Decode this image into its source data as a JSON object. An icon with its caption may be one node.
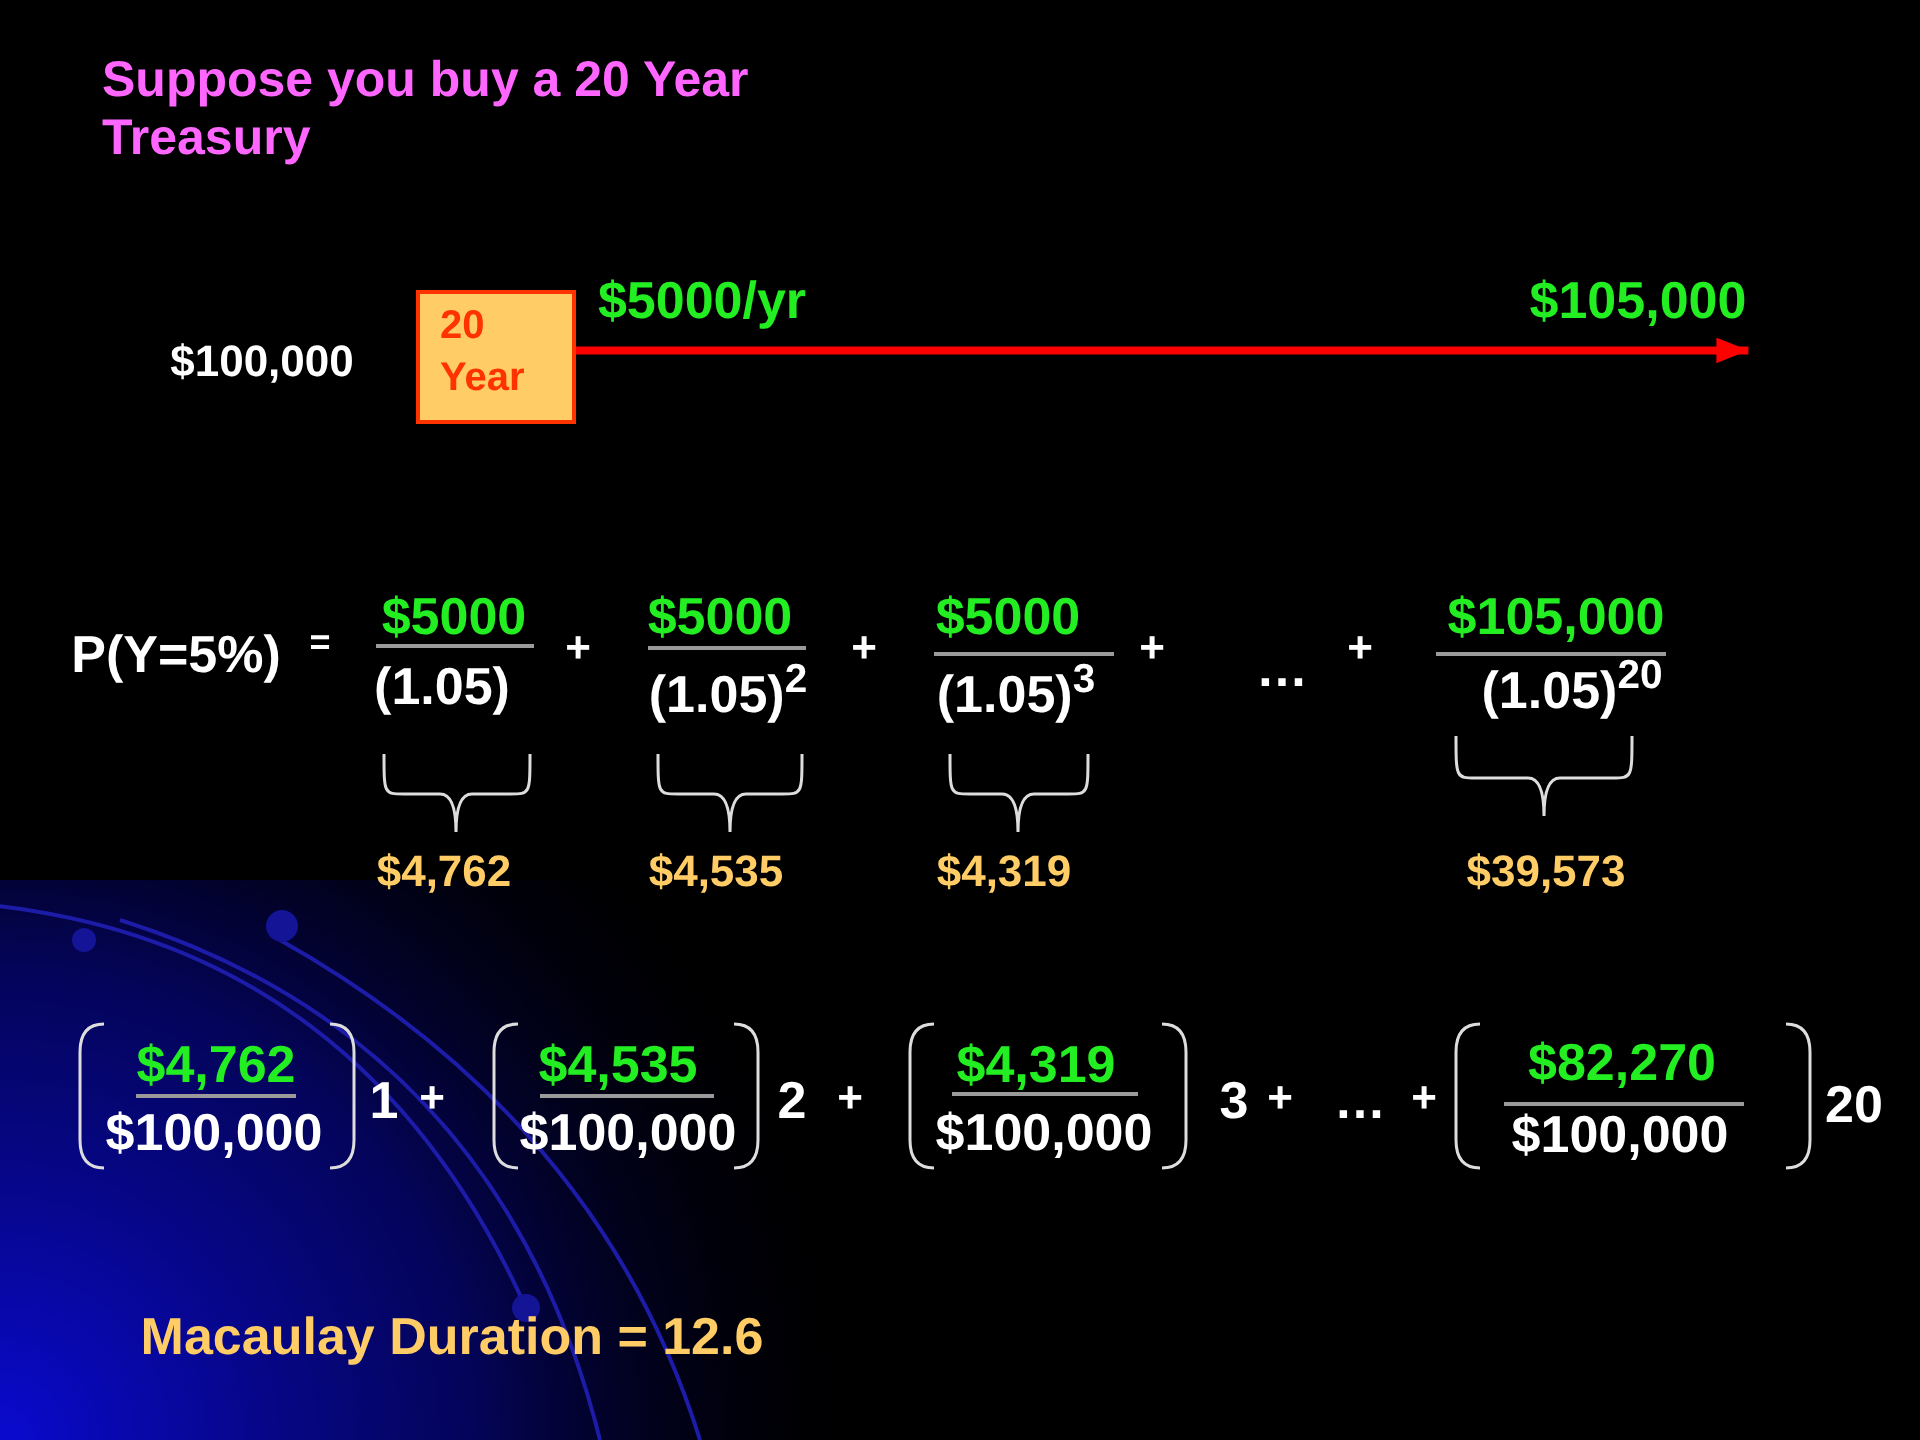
{
  "diagram": {
    "title": "Suppose you buy a 20 Year Treasury",
    "nodes": [
      {
        "text": [
          "20 Year"
        ]
      },
      {
        "text": [
          "$105,000"
        ]
      }
    ],
    "edges": [
      {
        "from": 0,
        "to": 1,
        "arrow": "to",
        "color": "#ff0000"
      }
    ],
    "labels": [
      "$5000/yr",
      "$100,000",
      "P(Y=5%)",
      "=",
      "$5000",
      "(1.05)",
      "+",
      "$5000",
      "(1.05)$^{2}$",
      "+",
      "$5000",
      "(1.05)$^{3}$",
      "+",
      "…",
      "+",
      "$105,000",
      "(1.05)$^{20}$",
      "$4,762",
      "$4,535",
      "$4,319",
      "$39,573",
      "$4,762",
      "$100,000",
      "1",
      "+",
      "$4,535",
      "$100,000",
      "2",
      "+",
      "$4,319",
      "$100,000",
      "3",
      "+",
      "…",
      "+",
      "$82,270",
      "$100,000",
      "20",
      "Macaulay Duration = 12.6"
    ]
  }
}
